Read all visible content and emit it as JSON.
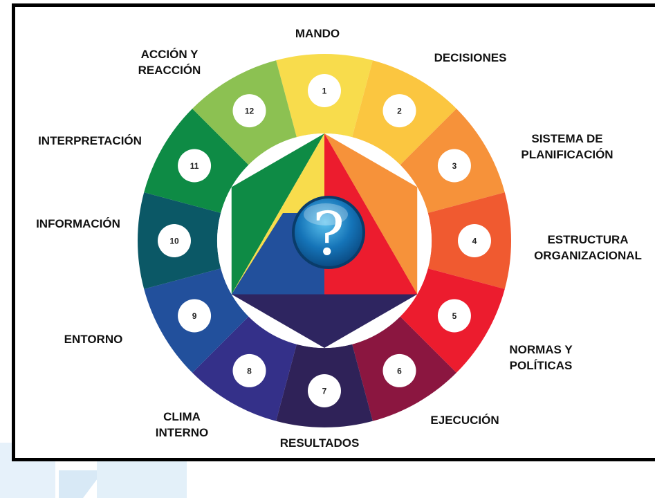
{
  "segments": [
    {
      "num": "1",
      "label": [
        "MANDO"
      ],
      "color": "#F8DC4C"
    },
    {
      "num": "2",
      "label": [
        "DECISIONES"
      ],
      "color": "#FBC640"
    },
    {
      "num": "3",
      "label": [
        "SISTEMA DE",
        "PLANIFICACIÓN"
      ],
      "color": "#F6923A"
    },
    {
      "num": "4",
      "label": [
        "ESTRUCTURA",
        "ORGANIZACIONAL"
      ],
      "color": "#F05A30"
    },
    {
      "num": "5",
      "label": [
        "NORMAS Y",
        "POLÍTICAS"
      ],
      "color": "#EC1C2E"
    },
    {
      "num": "6",
      "label": [
        "EJECUCIÓN"
      ],
      "color": "#8B1640"
    },
    {
      "num": "7",
      "label": [
        "RESULTADOS"
      ],
      "color": "#2F2258"
    },
    {
      "num": "8",
      "label": [
        "CLIMA",
        "INTERNO"
      ],
      "color": "#343089"
    },
    {
      "num": "9",
      "label": [
        "ENTORNO"
      ],
      "color": "#22509C"
    },
    {
      "num": "10",
      "label": [
        "INFORMACIÓN"
      ],
      "color": "#0B5866"
    },
    {
      "num": "11",
      "label": [
        "INTERPRETACIÓN"
      ],
      "color": "#0E8B45"
    },
    {
      "num": "12",
      "label": [
        "ACCIÓN Y",
        "REACCIÓN"
      ],
      "color": "#8CC152"
    }
  ],
  "center": {
    "icon": "question-mark-icon",
    "symbol": "?",
    "triangle_colors": {
      "yellow": "#F8DC4C",
      "orange": "#F6923A",
      "red": "#EC1C2E",
      "navy": "#2E2560",
      "blue": "#22509C",
      "green": "#0E8B45"
    }
  }
}
